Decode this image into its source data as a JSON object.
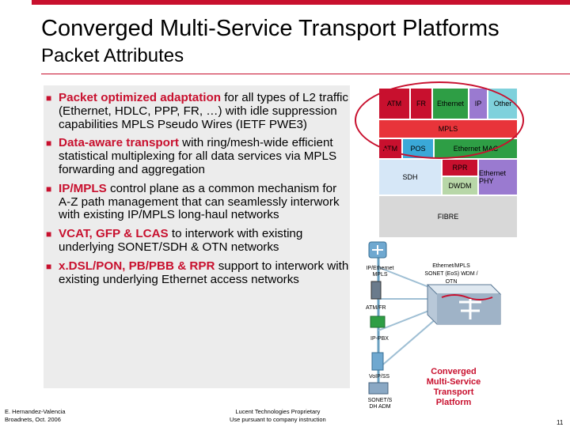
{
  "header": {
    "title": "Converged Multi-Service Transport Platforms",
    "subtitle": "Packet Attributes"
  },
  "bullets": [
    {
      "highlight": "Packet optimized adaptation",
      "text": " for all types of L2 traffic (Ethernet, HDLC, PPP, FR, …) with idle suppression capabilities MPLS Pseudo Wires (IETF PWE3)"
    },
    {
      "highlight": "Data-aware transport",
      "text": " with ring/mesh-wide efficient statistical multiplexing for all data services via MPLS forwarding and aggregation"
    },
    {
      "highlight": "IP/MPLS",
      "text": " control plane as a common mechanism for A-Z path management that can seamlessly interwork with existing IP/MPLS long-haul networks"
    },
    {
      "highlight": "VCAT, GFP & LCAS",
      "text": " to interwork with existing underlying SONET/SDH & OTN networks"
    },
    {
      "highlight": "x.DSL/PON, PB/PBB & RPR",
      "text": " support to interwork with existing underlying Ethernet access networks"
    }
  ],
  "protocol_stack": {
    "row1": [
      "ATM",
      "FR",
      "Ethernet",
      "IP",
      "Other"
    ],
    "mpls": "MPLS",
    "row3": [
      "ATM",
      "POS",
      "Ethernet MAC"
    ],
    "rpr": "RPR",
    "eth_phy": "Ethernet PHY",
    "sdh": "SDH",
    "dwdm": "DWDM",
    "fibre": "FIBRE"
  },
  "network": {
    "ip_ethernet_mpls": "IP/Ethernet MPLS",
    "atm_fr": "ATM/FR",
    "ip_pbx": "IP-PBX",
    "voip_ss": "VoIP/SS",
    "sonet_sdh_adm": "SONET/S DH ADM",
    "eos_label": "Ethernet/MPLS SONET (EoS) WDM / OTN",
    "platform_label": "Converged Multi-Service Transport Platform"
  },
  "footer": {
    "author": "E. Hernandez-Valencia",
    "venue": "Broadnets, Oct. 2006",
    "proprietary": "Lucent Technologies Proprietary",
    "instruction": "Use pursuant to company instruction",
    "page": "11"
  },
  "colors": {
    "accent": "#c8102e",
    "atm_fr": "#c8102e",
    "ethernet": "#2e9e45",
    "ip": "#9a7ad0",
    "other": "#7fd1dc",
    "mpls": "#e8343a",
    "pos": "#3aa8d8",
    "sdh": "#d6e7f7",
    "dwdm": "#b8d7a8",
    "fibre": "#d8d8d8"
  }
}
